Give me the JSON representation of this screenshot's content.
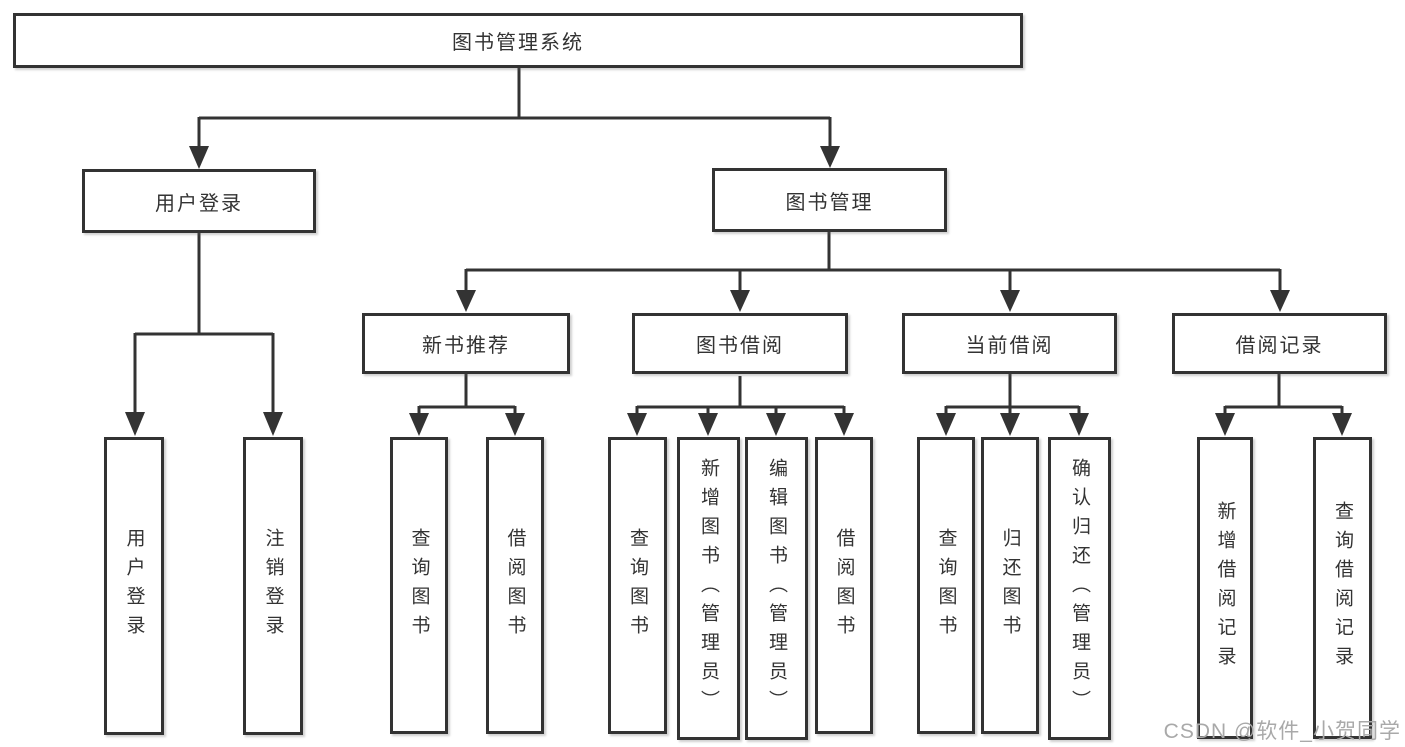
{
  "tree": {
    "root": {
      "label": "图书管理系统",
      "children": [
        {
          "label": "用户登录",
          "children": [
            {
              "label": "用户登录"
            },
            {
              "label": "注销登录"
            }
          ]
        },
        {
          "label": "图书管理",
          "children": [
            {
              "label": "新书推荐",
              "children": [
                {
                  "label": "查询图书"
                },
                {
                  "label": "借阅图书"
                }
              ]
            },
            {
              "label": "图书借阅",
              "children": [
                {
                  "label": "查询图书"
                },
                {
                  "label": "新增图书（管理员）"
                },
                {
                  "label": "编辑图书（管理员）"
                },
                {
                  "label": "借阅图书"
                }
              ]
            },
            {
              "label": "当前借阅",
              "children": [
                {
                  "label": "查询图书"
                },
                {
                  "label": "归还图书"
                },
                {
                  "label": "确认归还（管理员）"
                }
              ]
            },
            {
              "label": "借阅记录",
              "children": [
                {
                  "label": "新增借阅记录"
                },
                {
                  "label": "查询借阅记录"
                }
              ]
            }
          ]
        }
      ]
    }
  },
  "watermark": {
    "text": "CSDN @软件_小贺同学"
  },
  "colors": {
    "line": "#333333",
    "box_border": "#333333",
    "text": "#333333",
    "watermark": "#a9a9a9",
    "background": "#ffffff"
  }
}
